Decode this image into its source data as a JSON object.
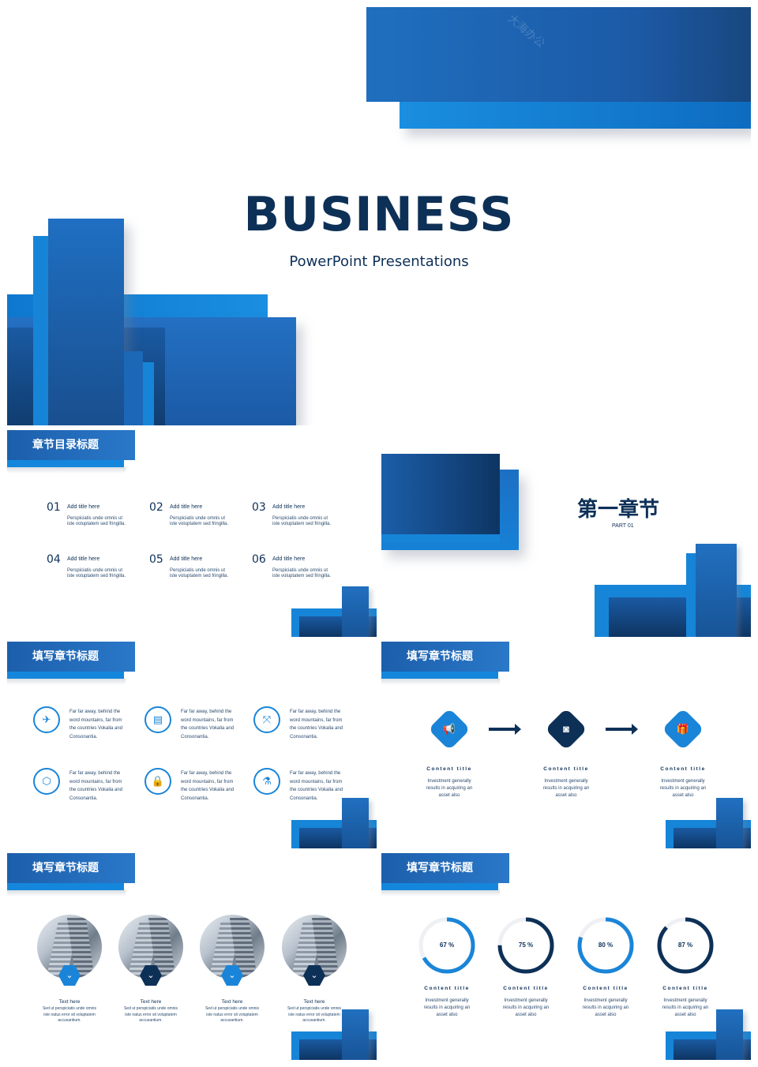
{
  "cover": {
    "title": "BUSINESS",
    "subtitle": "PowerPoint Presentations",
    "watermark": "大海办公"
  },
  "toc": {
    "header": "章节目录标题",
    "items": [
      {
        "num": "01",
        "title": "Add title here",
        "desc1": "Perspiciatis unde omnis ut",
        "desc2": "iste voluptatem sed fringilla."
      },
      {
        "num": "02",
        "title": "Add title here",
        "desc1": "Perspiciatis unde omnis ut",
        "desc2": "iste voluptatem sed fringilla."
      },
      {
        "num": "03",
        "title": "Add title here",
        "desc1": "Perspiciatis unde omnis ut",
        "desc2": "iste voluptatem sed fringilla."
      },
      {
        "num": "04",
        "title": "Add title here",
        "desc1": "Perspiciatis unde omnis ut",
        "desc2": "iste voluptatem sed fringilla."
      },
      {
        "num": "05",
        "title": "Add title here",
        "desc1": "Perspiciatis unde omnis ut",
        "desc2": "iste voluptatem sed fringilla."
      },
      {
        "num": "06",
        "title": "Add title here",
        "desc1": "Perspiciatis unde omnis ut",
        "desc2": "iste voluptatem sed fringilla."
      }
    ]
  },
  "chapter": {
    "title": "第一章节",
    "part": "PART 01"
  },
  "icons_slide": {
    "header": "填写章节标题",
    "items": [
      {
        "icon": "plane-icon",
        "glyph": "✈",
        "l1": "Far far away, behind the",
        "l2": "word mountains, far from",
        "l3": "the countries Vokalia and",
        "l4": "Consonantia."
      },
      {
        "icon": "clipboard-icon",
        "glyph": "▤",
        "l1": "Far far away, behind the",
        "l2": "word mountains, far from",
        "l3": "the countries Vokalia and",
        "l4": "Consonantia."
      },
      {
        "icon": "expand-icon",
        "glyph": "⤧",
        "l1": "Far far away, behind the",
        "l2": "word mountains, far from",
        "l3": "the countries Vokalia and",
        "l4": "Consonantia."
      },
      {
        "icon": "box-icon",
        "glyph": "⬡",
        "l1": "Far far away, behind the",
        "l2": "word mountains, far from",
        "l3": "the countries Vokalia and",
        "l4": "Consonantia."
      },
      {
        "icon": "lock-icon",
        "glyph": "🔒",
        "l1": "Far far away, behind the",
        "l2": "word mountains, far from",
        "l3": "the countries Vokalia and",
        "l4": "Consonantia."
      },
      {
        "icon": "flask-icon",
        "glyph": "⚗",
        "l1": "Far far away, behind the",
        "l2": "word mountains, far from",
        "l3": "the countries Vokalia and",
        "l4": "Consonantia."
      }
    ]
  },
  "process_slide": {
    "header": "填写章节标题",
    "steps": [
      {
        "icon": "megaphone-icon",
        "glyph": "📢",
        "color": "#1a85d8",
        "title": "Content title",
        "d1": "Investment generally",
        "d2": "results in acquiring an",
        "d3": "asset also"
      },
      {
        "icon": "camera-icon",
        "glyph": "◙",
        "color": "#0d3057",
        "title": "Content title",
        "d1": "Investment generally",
        "d2": "results in acquiring an",
        "d3": "asset also"
      },
      {
        "icon": "gift-icon",
        "glyph": "🎁",
        "color": "#1a85d8",
        "title": "Content title",
        "d1": "Investment generally",
        "d2": "results in acquiring an",
        "d3": "asset also"
      }
    ]
  },
  "photo_slide": {
    "header": "填写章节标题",
    "cards": [
      {
        "title": "Text here",
        "d1": "Sed ut perspiciatis unde omnis",
        "d2": "iste natus error sit voluptatem",
        "d3": "accusantium.",
        "color": "#1a85d8"
      },
      {
        "title": "Text here",
        "d1": "Sed ut perspiciatis unde omnis",
        "d2": "iste natus error sit voluptatem",
        "d3": "accusantium.",
        "color": "#0d3057"
      },
      {
        "title": "Text here",
        "d1": "Sed ut perspiciatis unde omnis",
        "d2": "iste natus error sit voluptatem",
        "d3": "accusantium.",
        "color": "#1a85d8"
      },
      {
        "title": "Text here",
        "d1": "Sed ut perspiciatis unde omnis",
        "d2": "iste natus error sit voluptatem",
        "d3": "accusantium.",
        "color": "#0d3057"
      }
    ]
  },
  "progress_slide": {
    "header": "填写章节标题",
    "rings": [
      {
        "label": "67 %",
        "value": 0.67,
        "color": "#1a85d8",
        "title": "Content title",
        "d1": "Investment generally",
        "d2": "results in acquiring an",
        "d3": "asset also"
      },
      {
        "label": "75 %",
        "value": 0.75,
        "color": "#0d3057",
        "title": "Content title",
        "d1": "Investment generally",
        "d2": "results in acquiring an",
        "d3": "asset also"
      },
      {
        "label": "80 %",
        "value": 0.8,
        "color": "#1a85d8",
        "title": "Content title",
        "d1": "Investment generally",
        "d2": "results in acquiring an",
        "d3": "asset also"
      },
      {
        "label": "87 %",
        "value": 0.87,
        "color": "#0d3057",
        "title": "Content title",
        "d1": "Investment generally",
        "d2": "results in acquiring an",
        "d3": "asset also"
      }
    ]
  }
}
